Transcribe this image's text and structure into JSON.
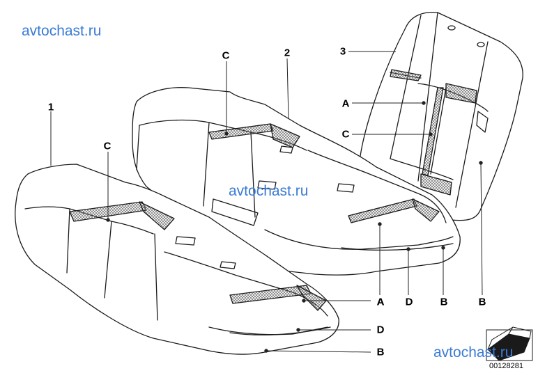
{
  "watermarks": [
    "avtochast.ru",
    "avtochast.ru",
    "avtochast.ru"
  ],
  "callouts": {
    "n1": "1",
    "n2": "2",
    "n3": "3",
    "c_front": "C",
    "c_rear": "C",
    "c_back": "C",
    "a_back": "A",
    "a_rear": "A",
    "a_front": "A",
    "b_back": "B",
    "b_rear": "B",
    "b_front": "B",
    "d_rear": "D",
    "d_front": "D"
  },
  "part_number": "00128281",
  "colors": {
    "outline": "#1a1a1a",
    "leader": "#222222",
    "watermark": "#3a7bd5",
    "mesh": "#6a6a6a"
  },
  "icons": [
    "catalog-sheet-icon"
  ]
}
